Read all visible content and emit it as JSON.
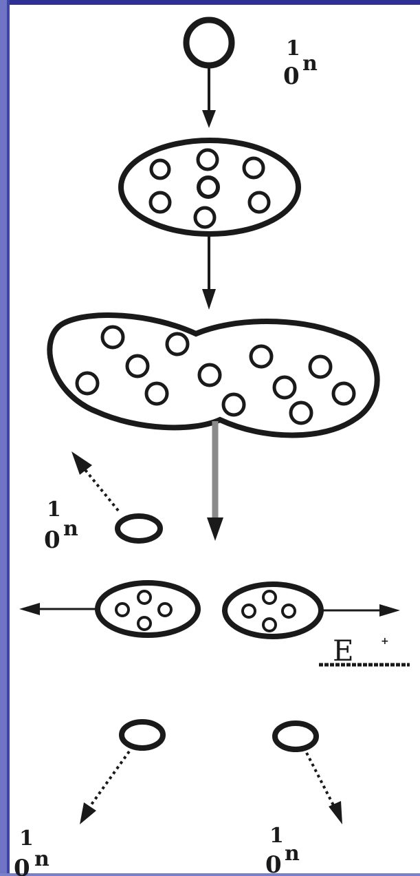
{
  "labels": {
    "neutron_mass_number": "1",
    "neutron_atomic_number": "0",
    "neutron_symbol": "n",
    "energy_symbol": "E",
    "energy_superscript": "+"
  },
  "colors": {
    "ink": "#1a1a1a",
    "frame_left": "#6f75c4",
    "frame_top": "#2f2f94",
    "background": "#ffffff"
  }
}
